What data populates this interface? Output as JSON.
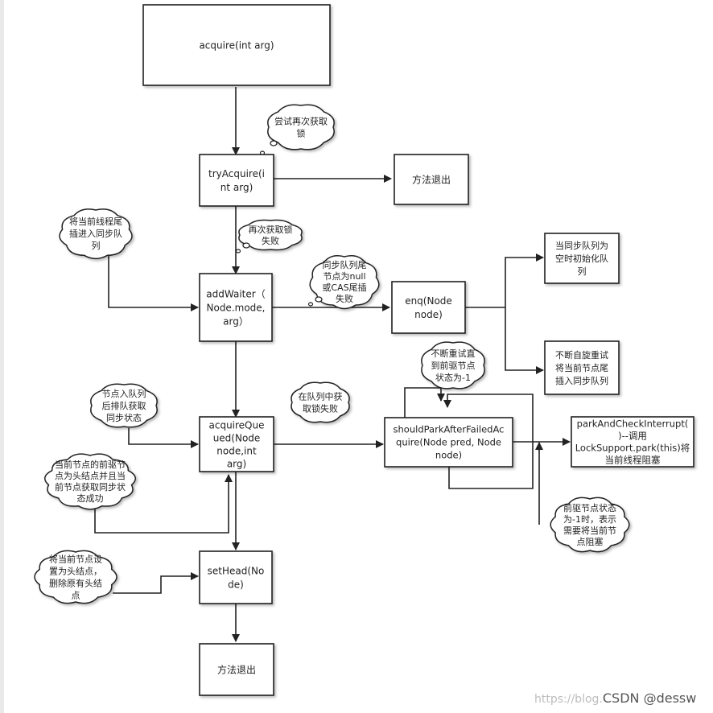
{
  "boxes": {
    "acquire": [
      "acquire(int arg)"
    ],
    "try_acquire": [
      "tryAcquire(i",
      "nt arg)"
    ],
    "exit_top": [
      "方法退出"
    ],
    "add_waiter": [
      "addWaiter（",
      "Node.mode,",
      "arg）"
    ],
    "enq": [
      "enq(Node",
      "node)"
    ],
    "empty_queue": [
      "当同步队列为",
      "空时初始化队",
      "列"
    ],
    "spin_retry": [
      "不断自旋重试",
      "将当前节点尾",
      "插入同步队列"
    ],
    "acquire_queued": [
      "acquireQue",
      "ued(Node",
      "node,int",
      "arg)"
    ],
    "should_park": [
      "shouldParkAfterFailedAc",
      "quire(Node pred, Node",
      "node)"
    ],
    "park_check": [
      "parkAndCheckInterrupt(",
      ")--调用",
      "LockSupport.park(this)将",
      "当前线程阻塞"
    ],
    "set_head": [
      "setHead(No",
      "de)"
    ],
    "exit_bottom": [
      "方法退出"
    ]
  },
  "callouts": {
    "try_again": [
      "尝试再次获取",
      "锁"
    ],
    "insert_tail": [
      "将当前线程尾",
      "插进入同步队",
      "列"
    ],
    "again_failed": [
      "再次获取锁",
      "失败"
    ],
    "tail_null": [
      "同步队列尾",
      "节点为null",
      "或CAS尾插",
      "失败"
    ],
    "retry_until": [
      "不断重试直",
      "到前驱节点",
      "状态为-1"
    ],
    "enqueue_wait": [
      "节点入队列",
      "后排队获取",
      "同步状态"
    ],
    "queue_failed": [
      "在队列中获",
      "取锁失败"
    ],
    "pred_is_head": [
      "当前节点的前驱节",
      "点为头结点并且当",
      "前节点获取同步状",
      "态成功"
    ],
    "pred_status": [
      "前驱节点状态",
      "为-1时，表示",
      "需要将当前节",
      "点阻塞"
    ],
    "set_as_head": [
      "将当前节点设",
      "置为头结点，",
      "删除原有头结",
      "点"
    ]
  },
  "watermark": {
    "url": "https://blog.",
    "brand": "CSDN @dessw"
  }
}
